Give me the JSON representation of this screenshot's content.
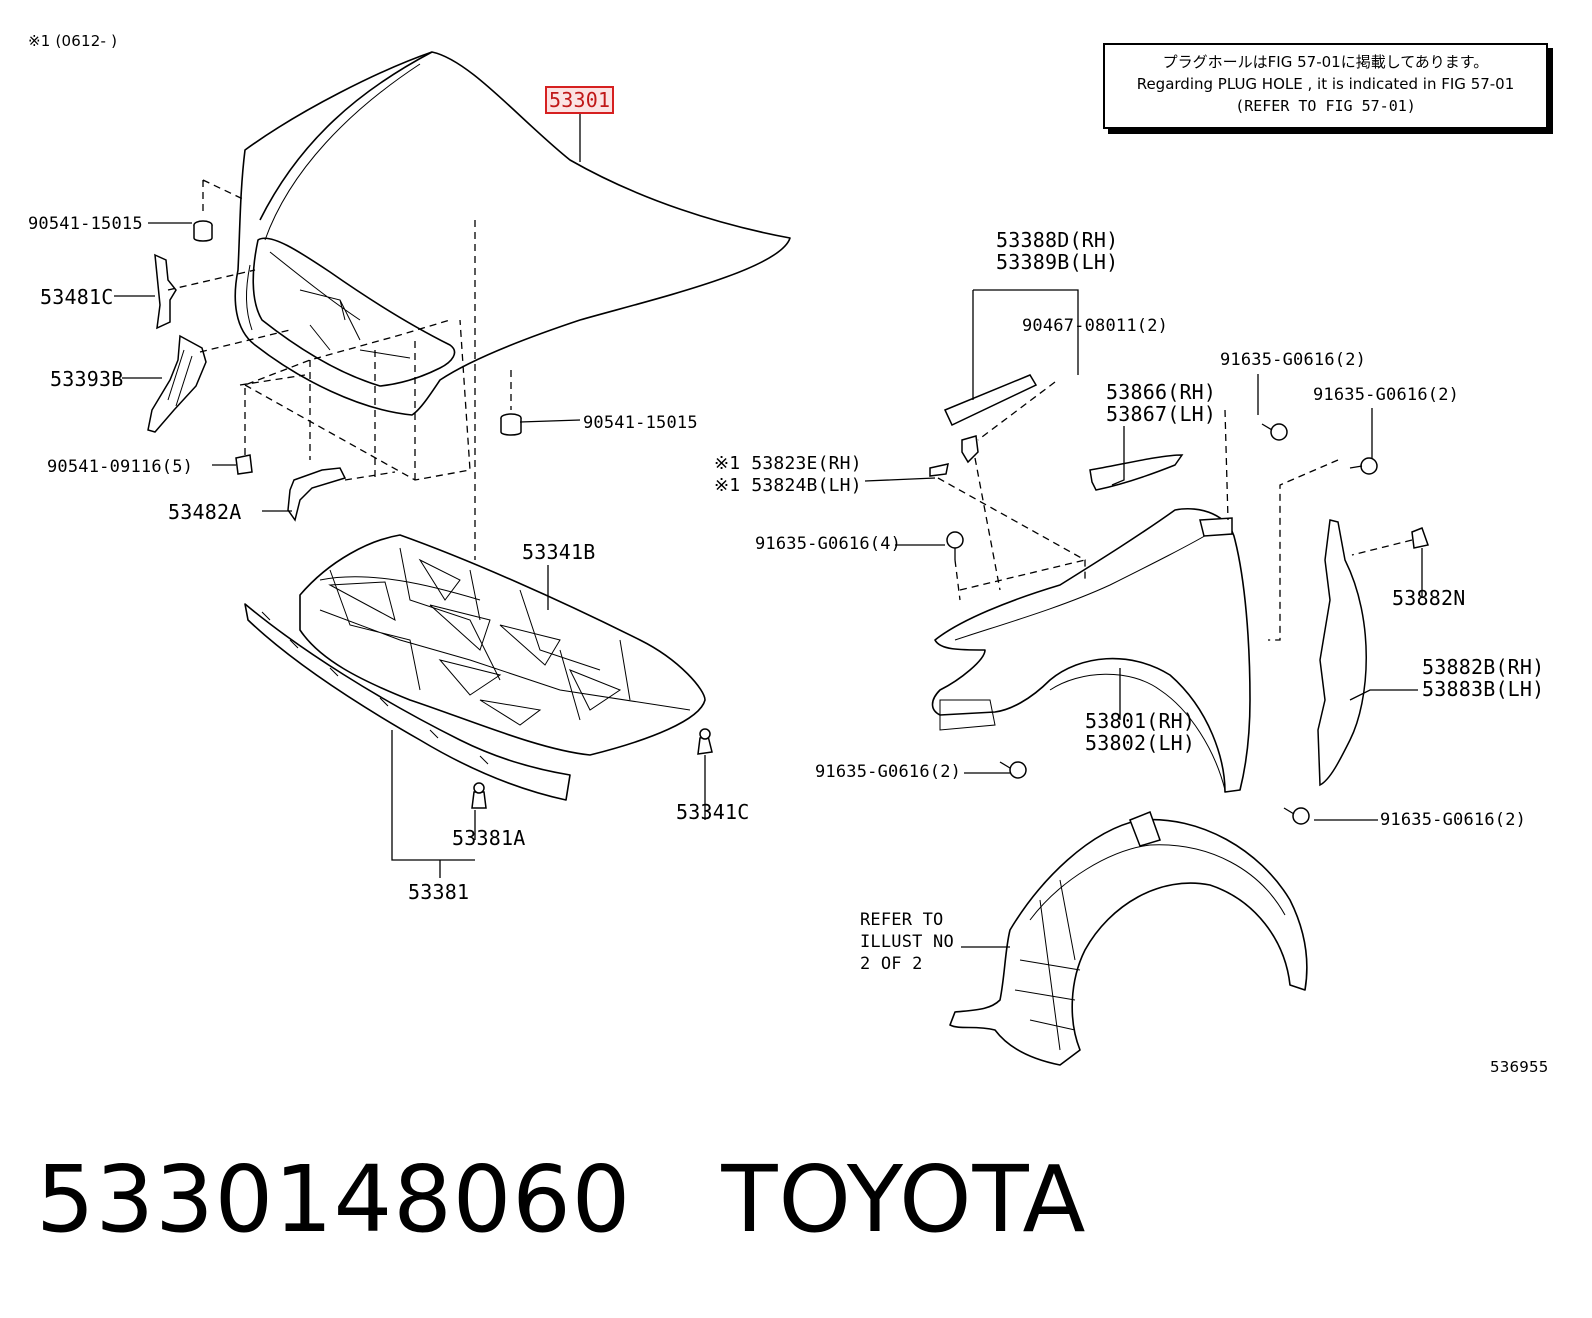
{
  "header_note": "※1 (0612-     )",
  "info_box": {
    "line_jp": "プラグホールはFIG 57-01に掲載してあります。",
    "line_en": "Regarding PLUG HOLE , it is indicated in FIG 57-01",
    "line_ref": "(REFER TO FIG 57-01)"
  },
  "highlighted_part": "53301",
  "labels": {
    "p90541_15015_top": "90541-15015",
    "p53481C": "53481C",
    "p53393B": "53393B",
    "p90541_09116": "90541-09116(5)",
    "p53482A": "53482A",
    "p90541_15015_mid": "90541-15015",
    "p53341B": "53341B",
    "p53341C": "53341C",
    "p53381A": "53381A",
    "p53381": "53381",
    "p53388D": "53388D(RH)",
    "p53389B": "53389B(LH)",
    "p90467": "90467-08011(2)",
    "p53866": "53866(RH)",
    "p53867": "53867(LH)",
    "p91635_a": "91635-G0616(2)",
    "p91635_b": "91635-G0616(2)",
    "p53823E": "※1 53823E(RH)",
    "p53824B": "※1 53824B(LH)",
    "p91635_c": "91635-G0616(4)",
    "p53882N": "53882N",
    "p53882B": "53882B(RH)",
    "p53883B": "53883B(LH)",
    "p53801": "53801(RH)",
    "p53802": "53802(LH)",
    "p91635_d": "91635-G0616(2)",
    "p91635_e": "91635-G0616(2)",
    "refer_1": "REFER TO",
    "refer_2": "ILLUST NO",
    "refer_3": "2 OF 2",
    "figure_id": "536955"
  },
  "footer": {
    "part_number": "5330148060",
    "brand": "TOYOTA"
  },
  "colors": {
    "line": "#000000",
    "highlight": "#d62020"
  }
}
